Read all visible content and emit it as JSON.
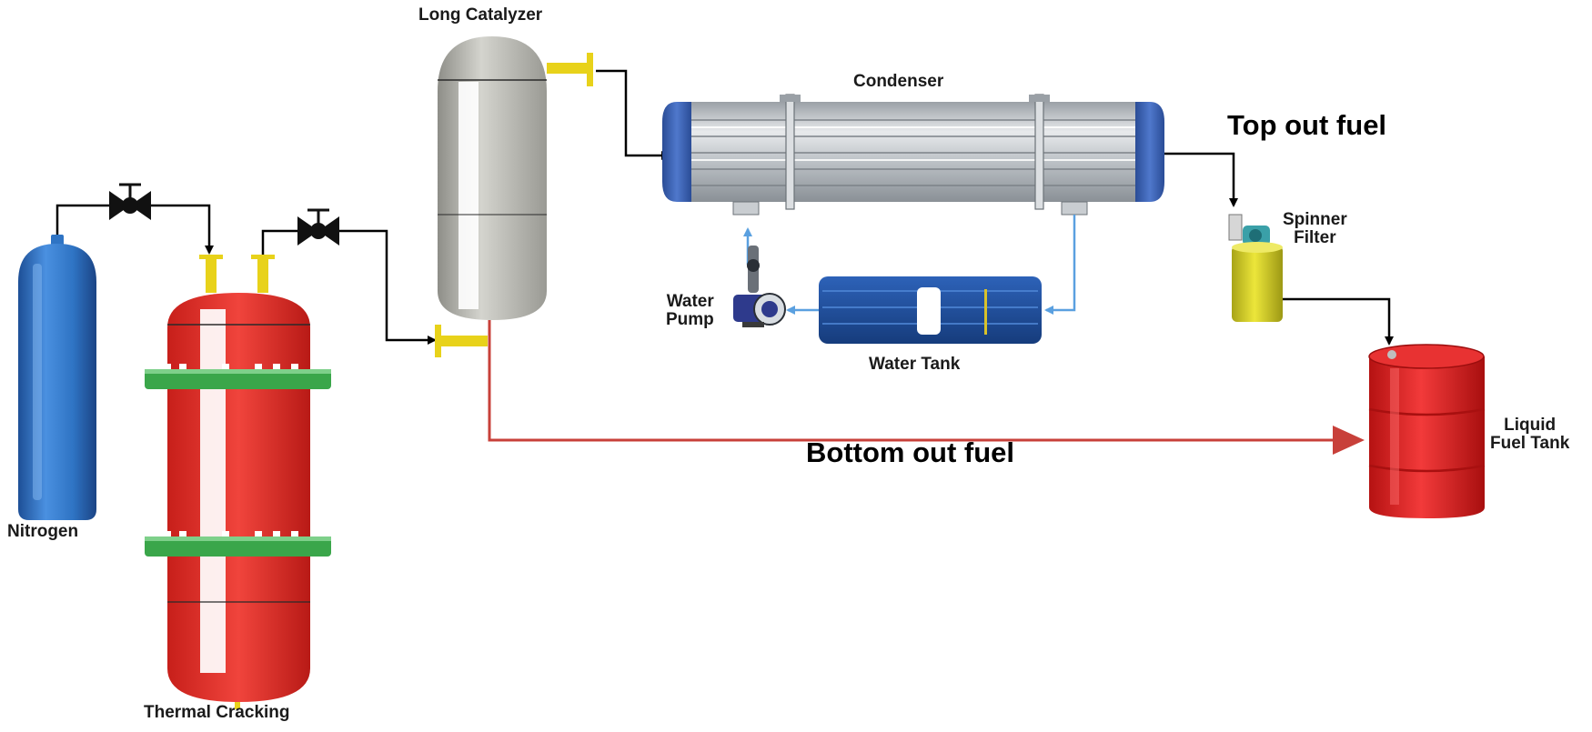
{
  "labels": {
    "long_catalyzer": "Long Catalyzer",
    "condenser": "Condenser",
    "top_out_fuel": "Top out fuel",
    "spinner_filter_line1": "Spinner",
    "spinner_filter_line2": "Filter",
    "water_pump_line1": "Water",
    "water_pump_line2": "Pump",
    "water_tank": "Water Tank",
    "nitrogen": "Nitrogen",
    "thermal_cracking": "Thermal Cracking",
    "bottom_out_fuel": "Bottom out fuel",
    "liquid_fuel_tank_line1": "Liquid",
    "liquid_fuel_tank_line2": "Fuel Tank"
  },
  "colors": {
    "nitrogen_cylinder": "#2f74c4",
    "thermal_cracking_vessel": "#e0302a",
    "flange_green": "#3aa64a",
    "catalyzer_shell": "#b9b9b3",
    "pipe_yellow": "#e8d21a",
    "condenser_shell": "#c4c8cc",
    "condenser_caps": "#3a5fb0",
    "water_tank": "#1f4f9e",
    "water_line": "#5aa0e0",
    "spinner_filter_body": "#d6d020",
    "fuel_drum": "#e01e1e",
    "bottom_flow_arrow": "#c8403a",
    "flow_line": "#000000"
  },
  "icons": [
    "valve-icon",
    "water-pump-icon"
  ]
}
